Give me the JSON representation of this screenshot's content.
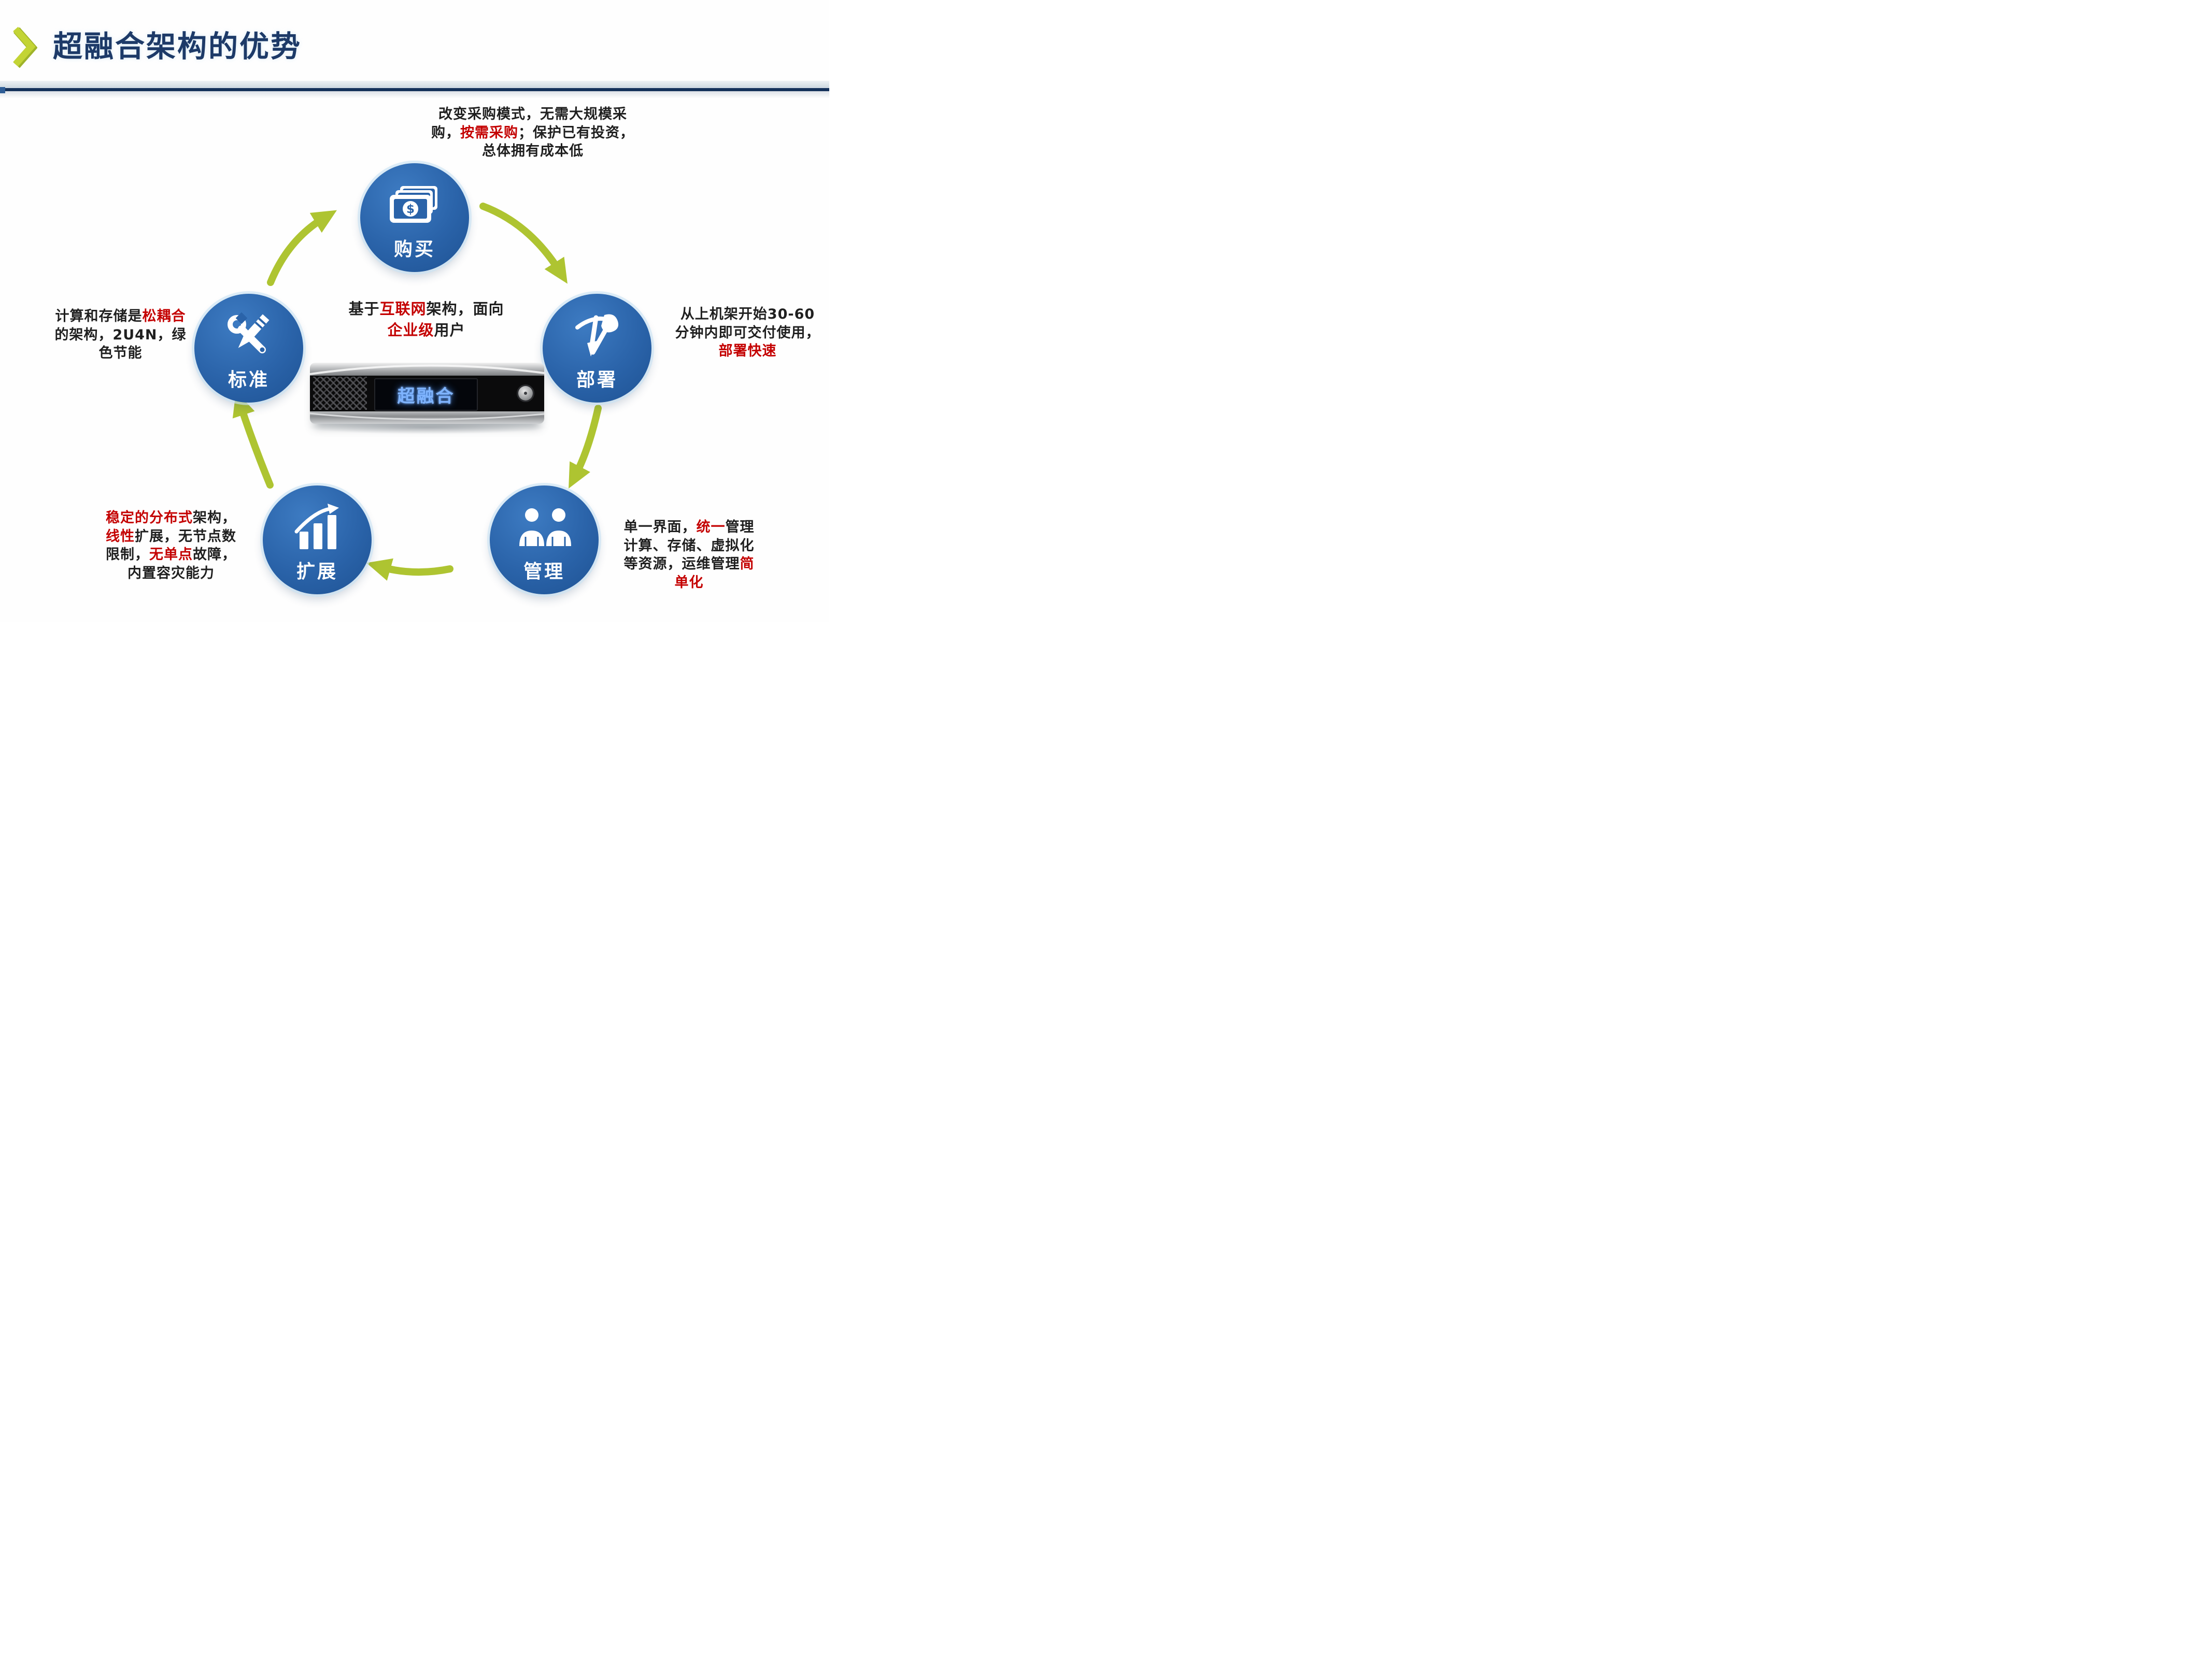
{
  "header": {
    "title": "超融合架构的优势"
  },
  "colors": {
    "title_navy": "#1d3a68",
    "accent_green": "#b5c832",
    "circle_blue": "#2a63a9",
    "highlight_red": "#c40000",
    "body_text": "#1f1f1f",
    "device_screen_text": "#7fb4ff"
  },
  "center": {
    "device_label": "超融合",
    "caption_lines": [
      [
        {
          "t": "基于"
        },
        {
          "t": "互联网",
          "red": true
        },
        {
          "t": "架构，面向"
        }
      ],
      [
        {
          "t": "企业级",
          "red": true
        },
        {
          "t": "用户"
        }
      ]
    ]
  },
  "nodes": [
    {
      "id": "buy",
      "label": "购买",
      "icon": "banknotes-icon"
    },
    {
      "id": "deploy",
      "label": "部署",
      "icon": "pickaxe-shovel-icon"
    },
    {
      "id": "manage",
      "label": "管理",
      "icon": "people-icon"
    },
    {
      "id": "expand",
      "label": "扩展",
      "icon": "bar-chart-icon"
    },
    {
      "id": "standard",
      "label": "标准",
      "icon": "wrench-tools-icon"
    }
  ],
  "annotations": {
    "buy": [
      [
        {
          "t": "改变采购模式，无需大规模采"
        }
      ],
      [
        {
          "t": "购，"
        },
        {
          "t": "按需采购",
          "red": true
        },
        {
          "t": "；保护已有投资，"
        }
      ],
      [
        {
          "t": "总体拥有成本低"
        }
      ]
    ],
    "deploy": [
      [
        {
          "t": "从上机架开始30-60"
        }
      ],
      [
        {
          "t": "分钟内即可交付使用，"
        }
      ],
      [
        {
          "t": "部署快速",
          "red": true
        }
      ]
    ],
    "manage": [
      [
        {
          "t": "单一界面，"
        },
        {
          "t": "统一",
          "red": true
        },
        {
          "t": "管理"
        }
      ],
      [
        {
          "t": "计算、存储、虚拟化"
        }
      ],
      [
        {
          "t": "等资源，运维管理"
        },
        {
          "t": "简",
          "red": true
        }
      ],
      [
        {
          "t": "单化",
          "red": true
        }
      ]
    ],
    "expand": [
      [
        {
          "t": "稳定的分布式",
          "red": true
        },
        {
          "t": "架构，"
        }
      ],
      [
        {
          "t": "线性",
          "red": true
        },
        {
          "t": "扩展，无节点数"
        }
      ],
      [
        {
          "t": "限制，"
        },
        {
          "t": "无单点",
          "red": true
        },
        {
          "t": "故障，"
        }
      ],
      [
        {
          "t": "内置容灾能力"
        }
      ]
    ],
    "standard": [
      [
        {
          "t": "计算和存储是"
        },
        {
          "t": "松耦合",
          "red": true
        }
      ],
      [
        {
          "t": "的架构，2U4N，绿"
        }
      ],
      [
        {
          "t": "色节能"
        }
      ]
    ]
  }
}
